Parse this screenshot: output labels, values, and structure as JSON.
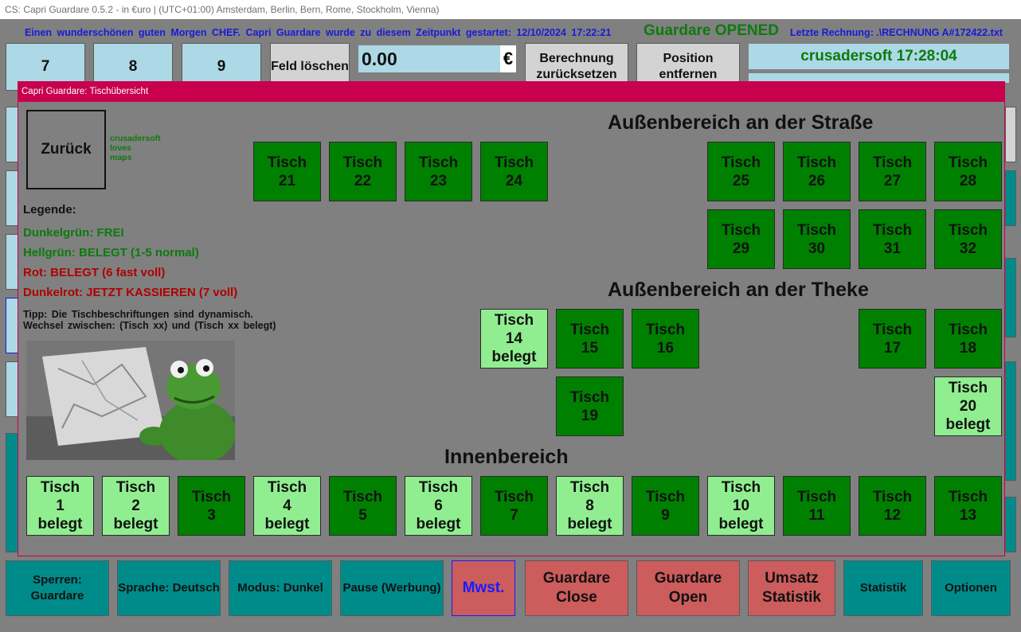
{
  "window": {
    "title": "CS: Capri Guardare 0.5.2 - in €uro  |  (UTC+01:00) Amsterdam, Berlin, Bern, Rome, Stockholm, Vienna)"
  },
  "header": {
    "welcome": "Einen wunderschönen guten Morgen CHEF. Capri Guardare wurde zu diesem Zeitpunkt gestartet: 12/10/2024 17:22:21",
    "status": "Guardare OPENED",
    "last_bill": "Letzte Rechnung: .\\RECHNUNG A#172422.txt"
  },
  "keypad": {
    "k7": "7",
    "k8": "8",
    "k9": "9"
  },
  "toolbar": {
    "clear_field": "Feld löschen",
    "reset_calc": "Berechnung zurücksetzen",
    "remove_position": "Position entfernen"
  },
  "amount": {
    "value": "0.00",
    "currency": "€"
  },
  "clock": {
    "text": "crusadersoft 17:28:04"
  },
  "dialog": {
    "title": "Capri Guardare: Tischübersicht",
    "back": "Zurück",
    "brand": [
      "crusadersoft",
      "loves",
      "maps"
    ],
    "legend_title": "Legende:",
    "legend": [
      {
        "text": "Dunkelgrün: FREI",
        "color": "#0d7a0d"
      },
      {
        "text": "Hellgrün: BELEGT (1-5 normal)",
        "color": "#0d7a0d"
      },
      {
        "text": "Rot: BELEGT (6 fast voll)",
        "color": "#b00000"
      },
      {
        "text": "Dunkelrot: JETZT KASSIEREN (7 voll)",
        "color": "#b00000"
      }
    ],
    "tip": "Tipp: Die Tischbeschriftungen sind dynamisch. Wechsel zwischen: (Tisch xx) und (Tisch xx belegt)",
    "sections": {
      "street": "Außenbereich an der Straße",
      "bar": "Außenbereich an der Theke",
      "inside": "Innenbereich"
    },
    "tables": [
      {
        "label": "Tisch\n21",
        "status": "free"
      },
      {
        "label": "Tisch\n22",
        "status": "free"
      },
      {
        "label": "Tisch\n23",
        "status": "free"
      },
      {
        "label": "Tisch\n24",
        "status": "free"
      },
      {
        "label": "Tisch\n25",
        "status": "free"
      },
      {
        "label": "Tisch\n26",
        "status": "free"
      },
      {
        "label": "Tisch\n27",
        "status": "free"
      },
      {
        "label": "Tisch\n28",
        "status": "free"
      },
      {
        "label": "Tisch\n29",
        "status": "free"
      },
      {
        "label": "Tisch\n30",
        "status": "free"
      },
      {
        "label": "Tisch\n31",
        "status": "free"
      },
      {
        "label": "Tisch\n32",
        "status": "free"
      },
      {
        "label": "Tisch\n14\nbelegt",
        "status": "busy"
      },
      {
        "label": "Tisch\n15",
        "status": "free"
      },
      {
        "label": "Tisch\n16",
        "status": "free"
      },
      {
        "label": "Tisch\n17",
        "status": "free"
      },
      {
        "label": "Tisch\n18",
        "status": "free"
      },
      {
        "label": "Tisch\n19",
        "status": "free"
      },
      {
        "label": "Tisch\n20\nbelegt",
        "status": "busy"
      },
      {
        "label": "Tisch\n1\nbelegt",
        "status": "busy"
      },
      {
        "label": "Tisch\n2\nbelegt",
        "status": "busy"
      },
      {
        "label": "Tisch\n3",
        "status": "free"
      },
      {
        "label": "Tisch\n4\nbelegt",
        "status": "busy"
      },
      {
        "label": "Tisch\n5",
        "status": "free"
      },
      {
        "label": "Tisch\n6\nbelegt",
        "status": "busy"
      },
      {
        "label": "Tisch\n7",
        "status": "free"
      },
      {
        "label": "Tisch\n8\nbelegt",
        "status": "busy"
      },
      {
        "label": "Tisch\n9",
        "status": "free"
      },
      {
        "label": "Tisch\n10\nbelegt",
        "status": "busy"
      },
      {
        "label": "Tisch\n11",
        "status": "free"
      },
      {
        "label": "Tisch\n12",
        "status": "free"
      },
      {
        "label": "Tisch\n13",
        "status": "free"
      }
    ]
  },
  "bottom_bar": {
    "lock": "Sperren: Guardare",
    "language": "Sprache: Deutsch",
    "mode": "Modus: Dunkel",
    "pause": "Pause (Werbung)",
    "vat": "Mwst.",
    "close": "Guardare Close",
    "open": "Guardare Open",
    "revenue": "Umsatz Statistik",
    "statistics": "Statistik",
    "options": "Optionen"
  },
  "colors": {
    "free": "#008000",
    "busy": "#90ee90",
    "dialog_accent": "#c8004d",
    "keypad": "#add8e6",
    "teal": "#008b8b",
    "alert": "#cd5c5c"
  }
}
